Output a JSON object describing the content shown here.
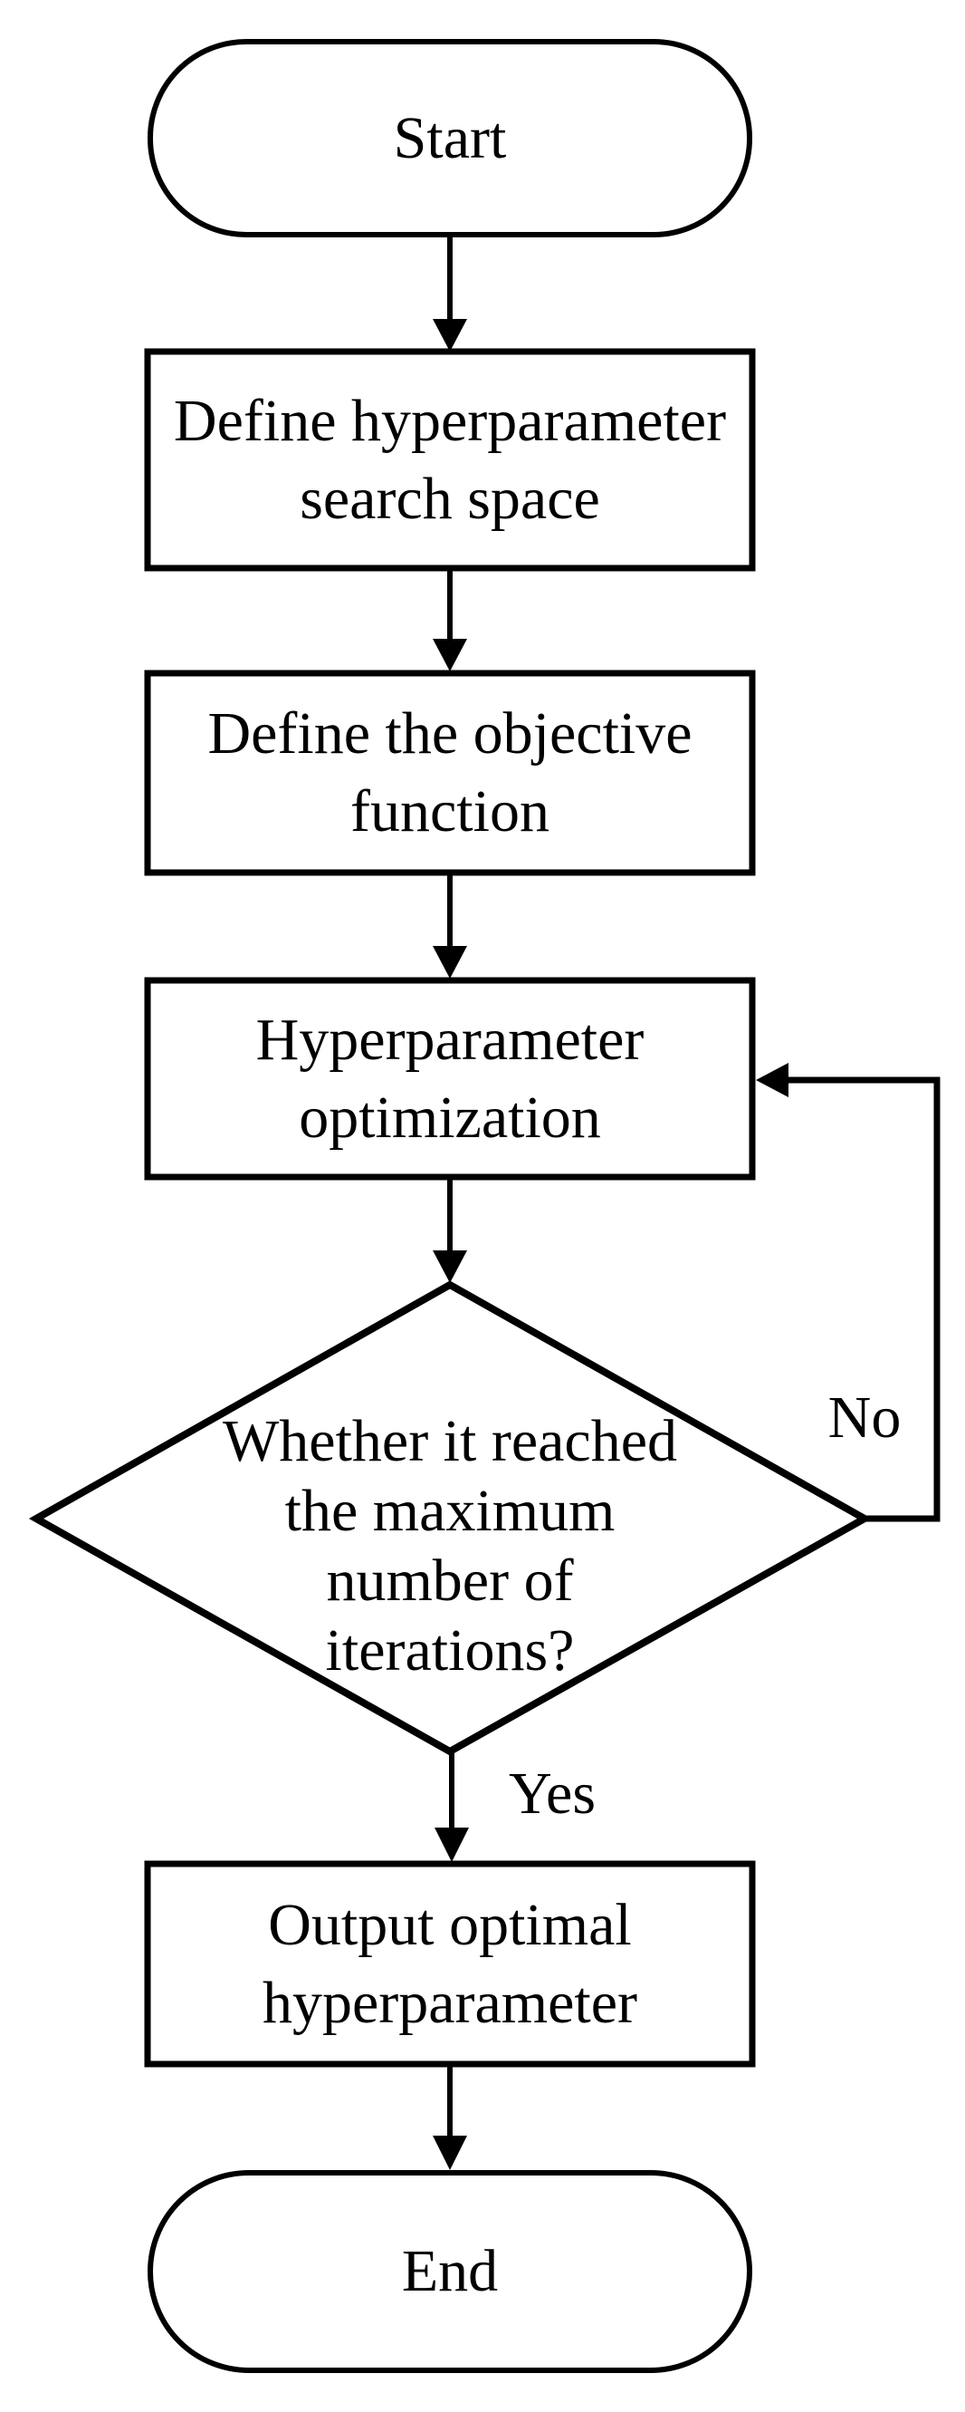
{
  "figure": {
    "type": "flowchart",
    "background_color": "#ffffff",
    "stroke_color": "#000000",
    "text_color": "#000000",
    "nodes": {
      "start": {
        "shape": "terminator",
        "label": "Start"
      },
      "search_space": {
        "shape": "process",
        "lines": [
          "Define hyperparameter",
          "search space"
        ]
      },
      "objective": {
        "shape": "process",
        "lines": [
          "Define the objective",
          "function"
        ]
      },
      "optimization": {
        "shape": "process",
        "lines": [
          "Hyperparameter",
          "optimization"
        ]
      },
      "decision": {
        "shape": "decision",
        "lines": [
          "Whether it reached",
          "the maximum",
          "number of",
          "iterations?"
        ]
      },
      "output": {
        "shape": "process",
        "lines": [
          "Output optimal",
          "hyperparameter"
        ]
      },
      "end": {
        "shape": "terminator",
        "label": "End"
      }
    },
    "edges": {
      "no": {
        "label": "No"
      },
      "yes": {
        "label": "Yes"
      }
    }
  }
}
